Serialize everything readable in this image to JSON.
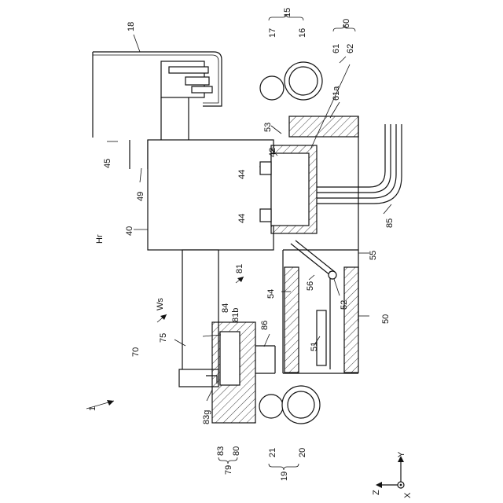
{
  "labels": {
    "l1": "1",
    "l15": "15",
    "l16": "16",
    "l17": "17",
    "l18": "18",
    "l19": "19",
    "l20": "20",
    "l21": "21",
    "l40": "40",
    "l42": "42",
    "l44a": "44",
    "l44b": "44",
    "l45": "45",
    "l49": "49",
    "l50": "50",
    "l51": "51",
    "l52": "52",
    "l53": "53",
    "l54": "54",
    "l55": "55",
    "l56": "56",
    "l60": "60",
    "l61": "61",
    "l61a": "61a",
    "l62": "62",
    "l70": "70",
    "l75": "75",
    "l79": "79",
    "l80": "80",
    "l81": "81",
    "l81b": "81b",
    "l83": "83",
    "l83g": "83g",
    "l84": "84",
    "l85": "85",
    "l86": "86",
    "lHr": "Hr",
    "lWs": "Ws"
  },
  "axes": {
    "z": "Z",
    "y": "Y",
    "x": "X"
  }
}
